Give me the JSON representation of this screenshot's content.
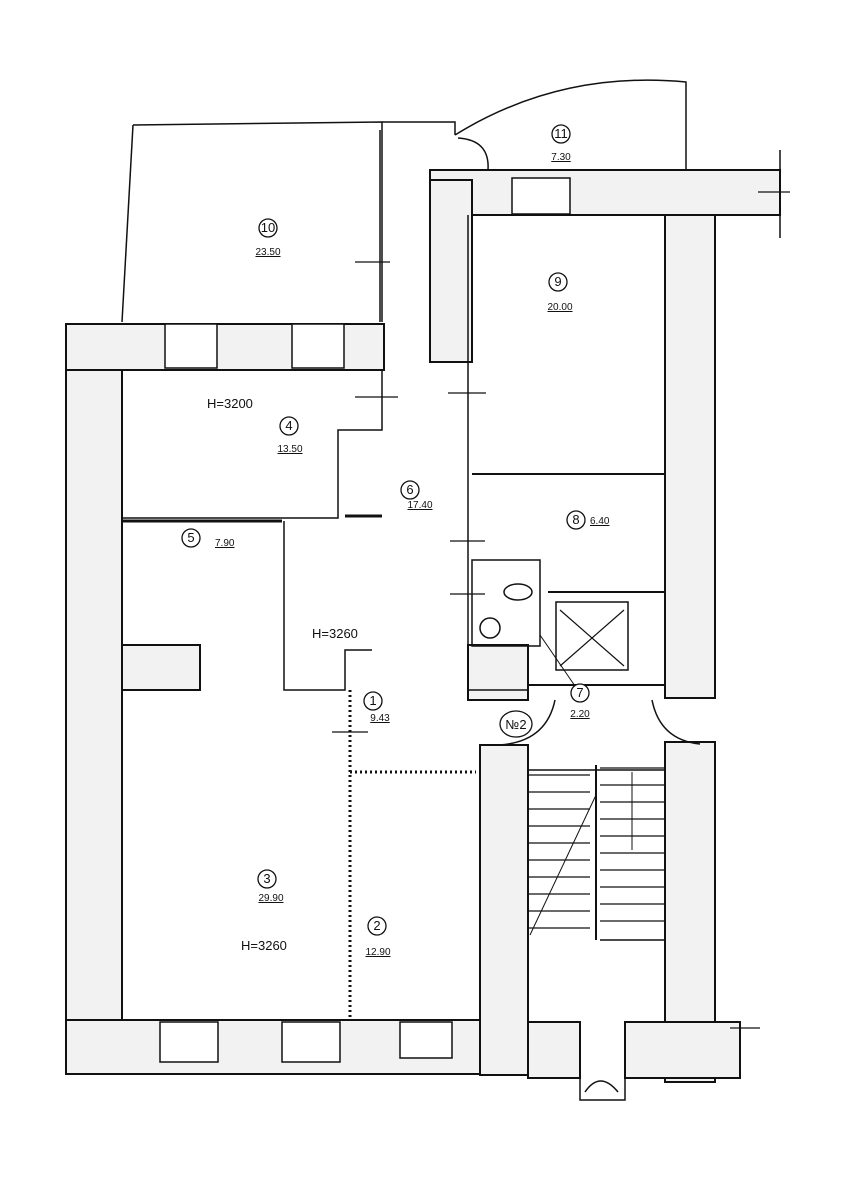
{
  "colors": {
    "ink": "#111111",
    "paper": "#ffffff",
    "wall_fill": "#f2f2f2"
  },
  "rooms": [
    {
      "id": "room-1",
      "number": "1",
      "area": "9.43"
    },
    {
      "id": "room-2",
      "number": "2",
      "area": "12.90"
    },
    {
      "id": "room-3",
      "number": "3",
      "area": "29.90"
    },
    {
      "id": "room-4",
      "number": "4",
      "area": "13.50"
    },
    {
      "id": "room-5",
      "number": "5",
      "area": "7.90"
    },
    {
      "id": "room-6",
      "number": "6",
      "area": "17.40"
    },
    {
      "id": "room-7",
      "number": "7",
      "area": "2.20"
    },
    {
      "id": "room-8",
      "number": "8",
      "area": "6.40"
    },
    {
      "id": "room-9",
      "number": "9",
      "area": "20.00"
    },
    {
      "id": "room-10",
      "number": "10",
      "area": "23.50"
    },
    {
      "id": "room-11",
      "number": "11",
      "area": "7.30"
    }
  ],
  "heights": {
    "room_4": "H=3200",
    "room_5": "H=3260",
    "room_3": "H=3260"
  },
  "apartment_label": "№2"
}
